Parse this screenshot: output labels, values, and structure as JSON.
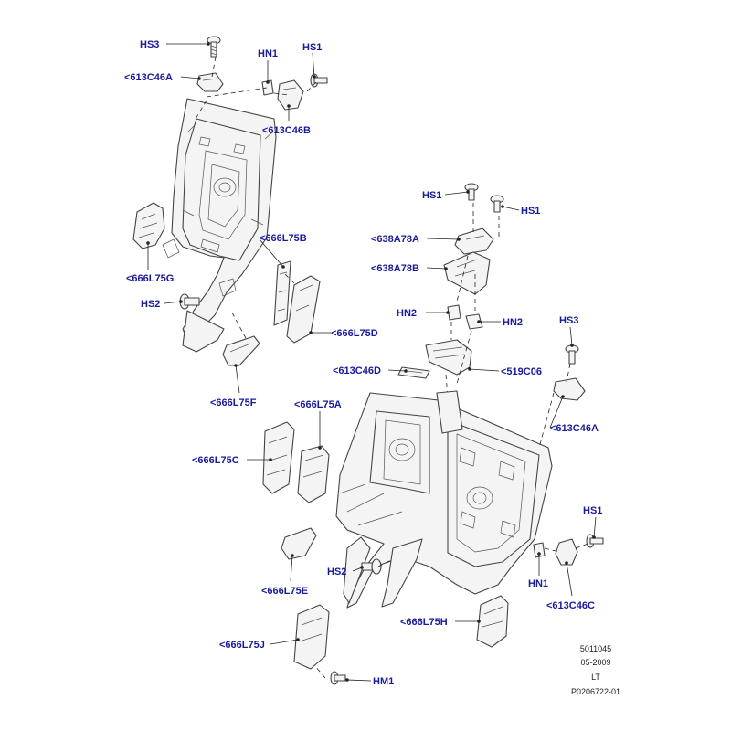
{
  "colors": {
    "label": "#1a1a9a",
    "line": "#222222",
    "part": "#444444"
  },
  "callouts": [
    {
      "id": "hs3-top",
      "text": "HS3"
    },
    {
      "id": "613c46a-top",
      "text": "<613C46A"
    },
    {
      "id": "hn1-top",
      "text": "HN1"
    },
    {
      "id": "hs1-top",
      "text": "HS1"
    },
    {
      "id": "613c46b-top",
      "text": "<613C46B"
    },
    {
      "id": "666l75g",
      "text": "<666L75G"
    },
    {
      "id": "666l75b",
      "text": "<666L75B"
    },
    {
      "id": "hs2-left",
      "text": "HS2"
    },
    {
      "id": "666l75d",
      "text": "<666L75D"
    },
    {
      "id": "666l75f",
      "text": "<666L75F"
    },
    {
      "id": "hs1-mid-a",
      "text": "HS1"
    },
    {
      "id": "hs1-mid-b",
      "text": "HS1"
    },
    {
      "id": "638a78a",
      "text": "<638A78A"
    },
    {
      "id": "638a78b",
      "text": "<638A78B"
    },
    {
      "id": "hn2-left",
      "text": "HN2"
    },
    {
      "id": "hn2-right",
      "text": "HN2"
    },
    {
      "id": "hs3-right",
      "text": "HS3"
    },
    {
      "id": "613c46d",
      "text": "<613C46D"
    },
    {
      "id": "519c06",
      "text": "<519C06"
    },
    {
      "id": "666l75a",
      "text": "<666L75A"
    },
    {
      "id": "613c46a-right",
      "text": "<613C46A"
    },
    {
      "id": "666l75c",
      "text": "<666L75C"
    },
    {
      "id": "hs1-right",
      "text": "HS1"
    },
    {
      "id": "hs2-bottom",
      "text": "HS2"
    },
    {
      "id": "666l75e",
      "text": "<666L75E"
    },
    {
      "id": "hn1-bottom",
      "text": "HN1"
    },
    {
      "id": "613c46c",
      "text": "<613C46C"
    },
    {
      "id": "666l75h",
      "text": "<666L75H"
    },
    {
      "id": "666l75j",
      "text": "<666L75J"
    },
    {
      "id": "hm1",
      "text": "HM1"
    }
  ],
  "info": {
    "number": "5011045",
    "date": "05-2009",
    "code": "LT",
    "ref": "P0206722-01"
  }
}
